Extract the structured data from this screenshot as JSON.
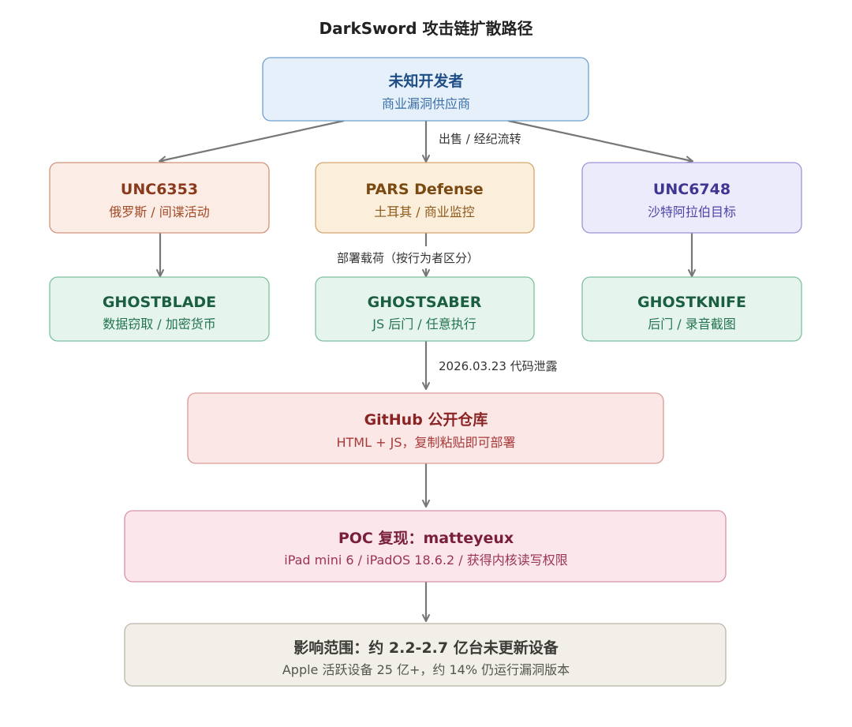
{
  "title": "DarkSword 攻击链扩散路径",
  "colors": {
    "arrow": "#777777",
    "blue": {
      "fill": "#e6f0fa",
      "stroke": "#6fa0cf",
      "title": "#1f4e86",
      "sub": "#3a6fa8"
    },
    "red": {
      "fill": "#fbece6",
      "stroke": "#d3927b",
      "title": "#8a3a1c",
      "sub": "#a34b27"
    },
    "orange": {
      "fill": "#fbeedb",
      "stroke": "#d4a66c",
      "title": "#7a4a12",
      "sub": "#8d5a1c"
    },
    "purple": {
      "fill": "#ecebfb",
      "stroke": "#9a94d8",
      "title": "#3e3691",
      "sub": "#4d44a8"
    },
    "green": {
      "fill": "#e5f5ee",
      "stroke": "#7dbf9f",
      "title": "#1b5e40",
      "sub": "#23734f"
    },
    "pink": {
      "fill": "#fbe7e6",
      "stroke": "#d99a96",
      "title": "#8a2424",
      "sub": "#a83a3a"
    },
    "rose": {
      "fill": "#fbe6ec",
      "stroke": "#d694a6",
      "title": "#7a1f3a",
      "sub": "#9c3454"
    },
    "gray": {
      "fill": "#f1efe8",
      "stroke": "#b9b5a8",
      "title": "#3a3a36",
      "sub": "#55554f"
    }
  },
  "nodes": {
    "developer": {
      "title": "未知开发者",
      "subtitle": "商业漏洞供应商"
    },
    "unc6353": {
      "title": "UNC6353",
      "subtitle": "俄罗斯 / 间谍活动"
    },
    "pars": {
      "title": "PARS Defense",
      "subtitle": "土耳其 / 商业监控"
    },
    "unc6748": {
      "title": "UNC6748",
      "subtitle": "沙特阿拉伯目标"
    },
    "ghostblade": {
      "title": "GHOSTBLADE",
      "subtitle": "数据窃取 / 加密货币"
    },
    "ghostsaber": {
      "title": "GHOSTSABER",
      "subtitle": "JS 后门 / 任意执行"
    },
    "ghostknife": {
      "title": "GHOSTKNIFE",
      "subtitle": "后门 / 录音截图"
    },
    "github": {
      "title": "GitHub 公开仓库",
      "subtitle": "HTML + JS，复制粘贴即可部署"
    },
    "poc": {
      "title": "POC 复现：matteyeux",
      "subtitle": "iPad mini 6 / iPadOS 18.6.2 / 获得内核读写权限"
    },
    "impact": {
      "title": "影响范围：约 2.2-2.7 亿台未更新设备",
      "subtitle": "Apple 活跃设备 25 亿+，约 14% 仍运行漏洞版本"
    }
  },
  "edge_labels": {
    "sale": "出售 / 经纪流转",
    "deploy": "部署载荷（按行为者区分）",
    "leak": "2026.03.23 代码泄露"
  }
}
